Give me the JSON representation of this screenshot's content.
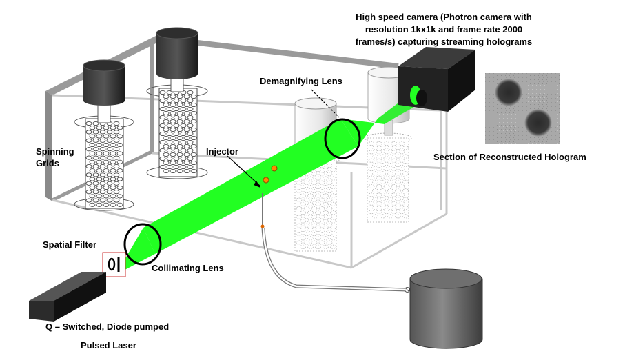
{
  "labels": {
    "camera_line1": "High speed camera (Photron camera with",
    "camera_line2": "resolution 1kx1k and frame rate 2000",
    "camera_line3": "frames/s) capturing streaming holograms",
    "demagnifying_lens": "Demagnifying Lens",
    "spinning_line1": "Spinning",
    "spinning_line2": "Grids",
    "injector": "Injector",
    "section": "Section of Reconstructed Hologram",
    "spatial_filter": "Spatial Filter",
    "collimating_lens": "Collimating Lens",
    "laser_line1": "Q – Switched, Diode pumped",
    "laser_line2": "Pulsed Laser"
  },
  "colors": {
    "beam": "#22ff22",
    "frame": "#8c8c8c",
    "box_dark": "#1a1a1a",
    "filter_box": "#cc3333",
    "particle": "#ff8800"
  }
}
